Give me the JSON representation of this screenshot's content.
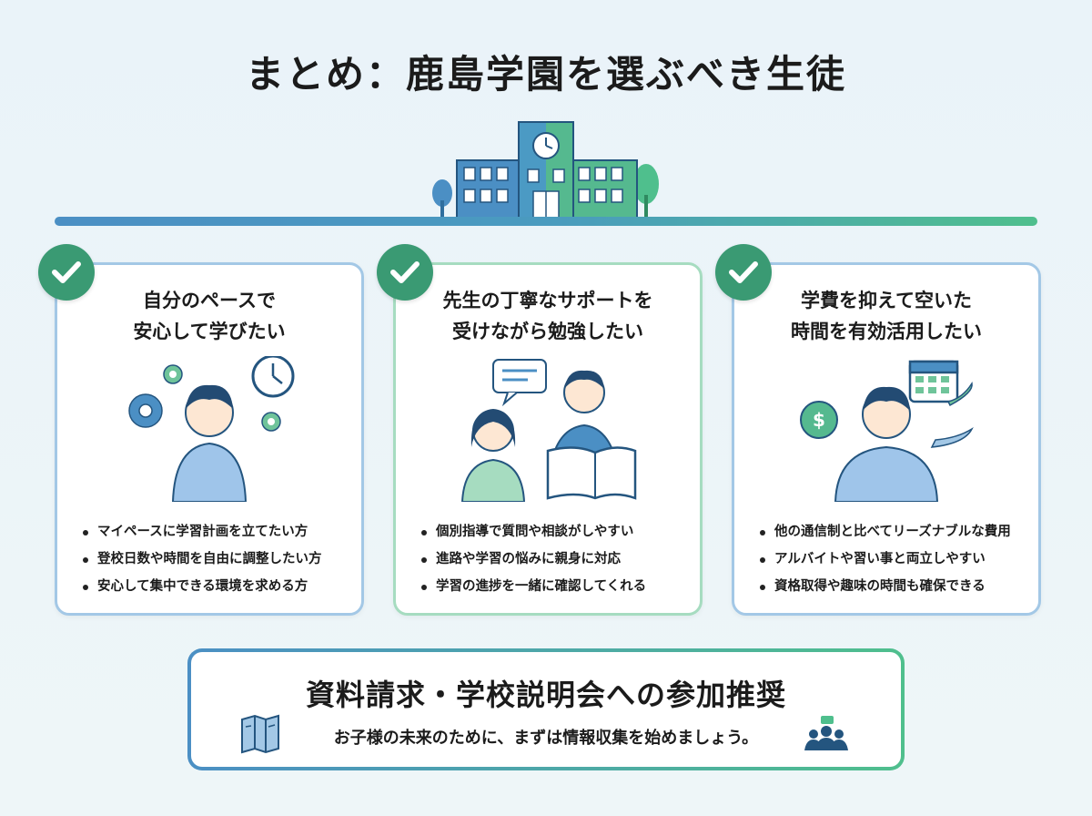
{
  "title": "まとめ：鹿島学園を選ぶべき生徒",
  "cards": [
    {
      "title_lines": [
        "自分のペースで",
        "安心して学びたい"
      ],
      "bullets": [
        "マイペースに学習計画を立てたい方",
        "登校日数や時間を自由に調整したい方",
        "安心して集中できる環境を求める方"
      ]
    },
    {
      "title_lines": [
        "先生の丁寧なサポートを",
        "受けながら勉強したい"
      ],
      "bullets": [
        "個別指導で質問や相談がしやすい",
        "進路や学習の悩みに親身に対応",
        "学習の進捗を一緒に確認してくれる"
      ]
    },
    {
      "title_lines": [
        "学費を抑えて空いた",
        "時間を有効活用したい"
      ],
      "bullets": [
        "他の通信制と比べてリーズナブルな費用",
        "アルバイトや習い事と両立しやすい",
        "資格取得や趣味の時間も確保できる"
      ]
    }
  ],
  "cta": {
    "title": "資料請求・学校説明会への参加推奨",
    "subtitle": "お子様の未来のために、まずは情報収集を始めましょう。"
  },
  "icons": [
    "school-building-icon",
    "check-icon",
    "gear-icon",
    "clock-icon",
    "student-icon",
    "speech-bubble-icon",
    "teacher-icon",
    "open-book-icon",
    "calendar-icon",
    "dollar-coin-icon",
    "wing-icon",
    "brochure-icon",
    "people-group-icon"
  ],
  "colors": {
    "accent_green": "#3a9a73",
    "accent_blue": "#4b8fc4",
    "card_border_blue": "#a3c8e6",
    "card_border_green": "#a6dcc0"
  }
}
